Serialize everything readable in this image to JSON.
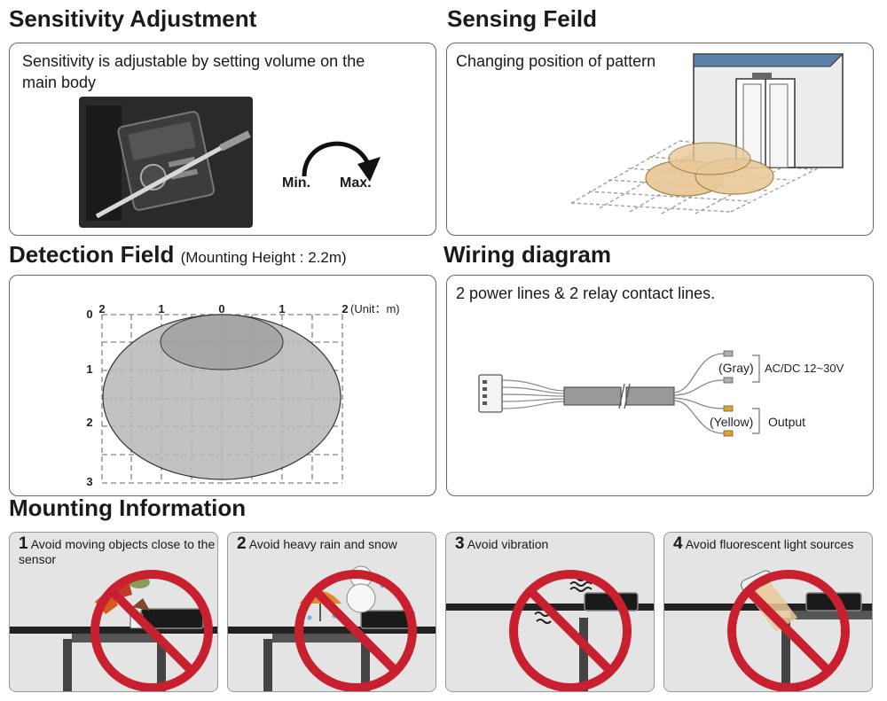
{
  "sensitivity": {
    "heading": "Sensitivity Adjustment",
    "description": "Sensitivity is adjustable by setting volume on the main body",
    "min_label": "Min.",
    "max_label": "Max."
  },
  "sensing": {
    "heading": "Sensing Feild",
    "description": "Changing position of  pattern"
  },
  "detection": {
    "heading": "Detection Field",
    "subheading": "(Mounting Height : 2.2m)",
    "x_ticks": [
      "2",
      "1",
      "0",
      "1",
      "2"
    ],
    "y_ticks": [
      "0",
      "1",
      "2",
      "3"
    ],
    "unit_label": "(Unit：m)"
  },
  "wiring": {
    "heading": "Wiring diagram",
    "description": "2 power lines  & 2 relay contact  lines.",
    "gray_label": "(Gray)",
    "power_label": "AC/DC 12~30V",
    "yellow_label": "(Yellow)",
    "output_label": "Output"
  },
  "mounting": {
    "heading": "Mounting Information",
    "tips": [
      {
        "number": "1",
        "text": "Avoid moving objects close to the sensor"
      },
      {
        "number": "2",
        "text": "Avoid heavy rain and snow"
      },
      {
        "number": "3",
        "text": "Avoid vibration"
      },
      {
        "number": "4",
        "text": "Avoid fluorescent light sources"
      }
    ]
  },
  "colors": {
    "prohibition_red": "#c8202f",
    "pattern_tan": "#e9c99a",
    "field_gray": "#b9b6b7"
  }
}
